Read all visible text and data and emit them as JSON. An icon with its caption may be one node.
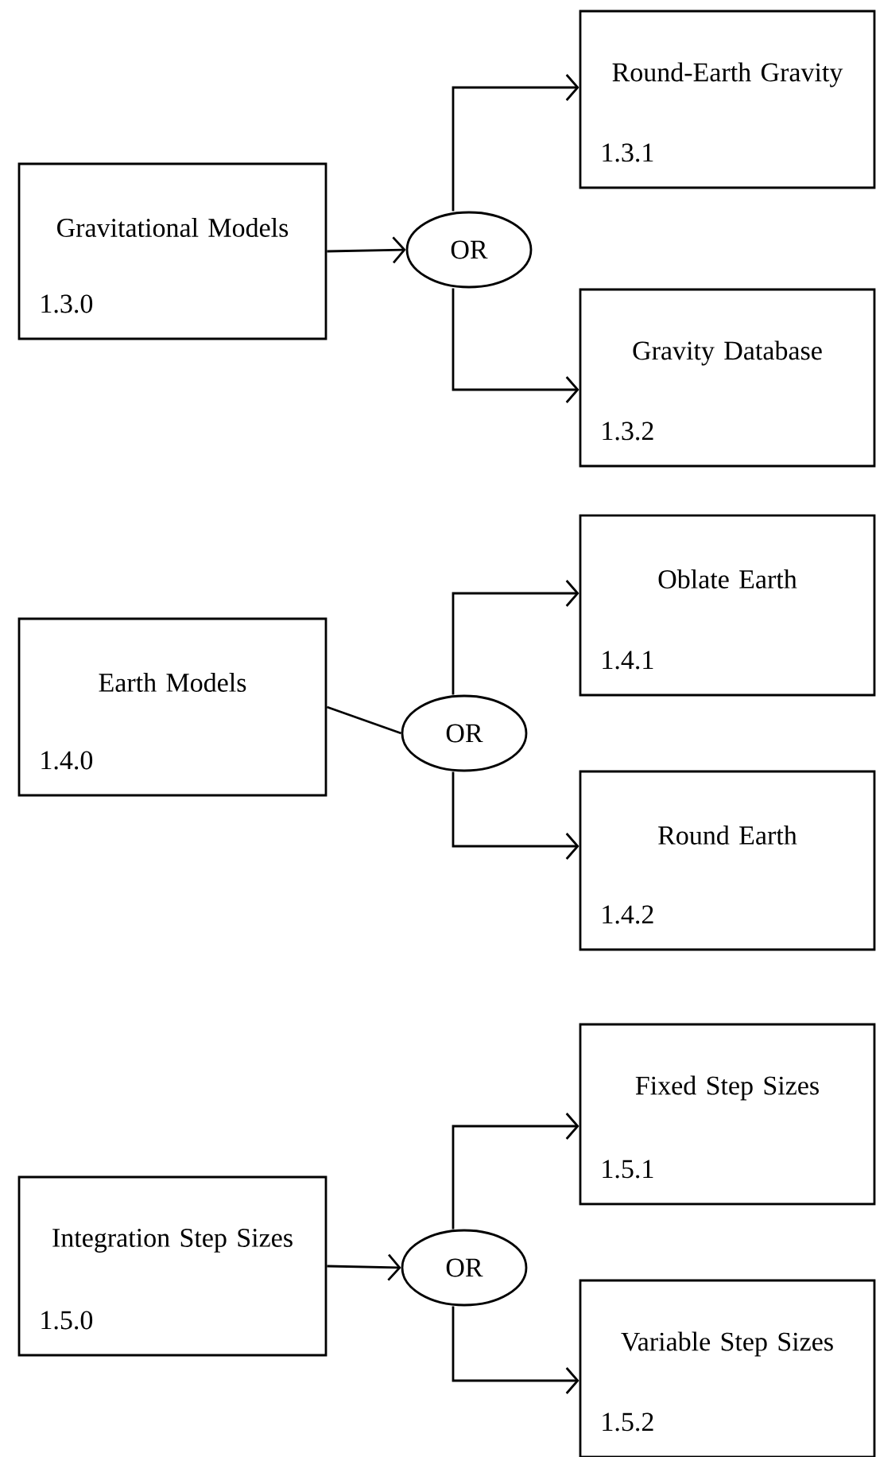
{
  "diagram": {
    "nodes": [
      {
        "text": [
          "Gravitational Models",
          "1.3.0"
        ]
      },
      {
        "text": [
          "OR"
        ]
      },
      {
        "text": [
          "Round-Earth Gravity",
          "1.3.1"
        ]
      },
      {
        "text": [
          "Gravity Database",
          "1.3.2"
        ]
      },
      {
        "text": [
          "Earth Models",
          "1.4.0"
        ]
      },
      {
        "text": [
          "OR"
        ]
      },
      {
        "text": [
          "Oblate Earth",
          "1.4.1"
        ]
      },
      {
        "text": [
          "Round Earth",
          "1.4.2"
        ]
      },
      {
        "text": [
          "Integration Step Sizes",
          "1.5.0"
        ]
      },
      {
        "text": [
          "OR"
        ]
      },
      {
        "text": [
          "Fixed Step Sizes",
          "1.5.1"
        ]
      },
      {
        "text": [
          "Variable Step Sizes",
          "1.5.2"
        ]
      }
    ],
    "edges": [
      {
        "from": 0,
        "to": 1,
        "arrow": "to"
      },
      {
        "from": 1,
        "to": 2,
        "arrow": "to"
      },
      {
        "from": 1,
        "to": 3,
        "arrow": "to"
      },
      {
        "from": 4,
        "to": 5,
        "arrow": "none"
      },
      {
        "from": 5,
        "to": 6,
        "arrow": "to"
      },
      {
        "from": 5,
        "to": 7,
        "arrow": "to"
      },
      {
        "from": 8,
        "to": 9,
        "arrow": "to"
      },
      {
        "from": 9,
        "to": 10,
        "arrow": "to"
      },
      {
        "from": 9,
        "to": 11,
        "arrow": "to"
      }
    ]
  }
}
